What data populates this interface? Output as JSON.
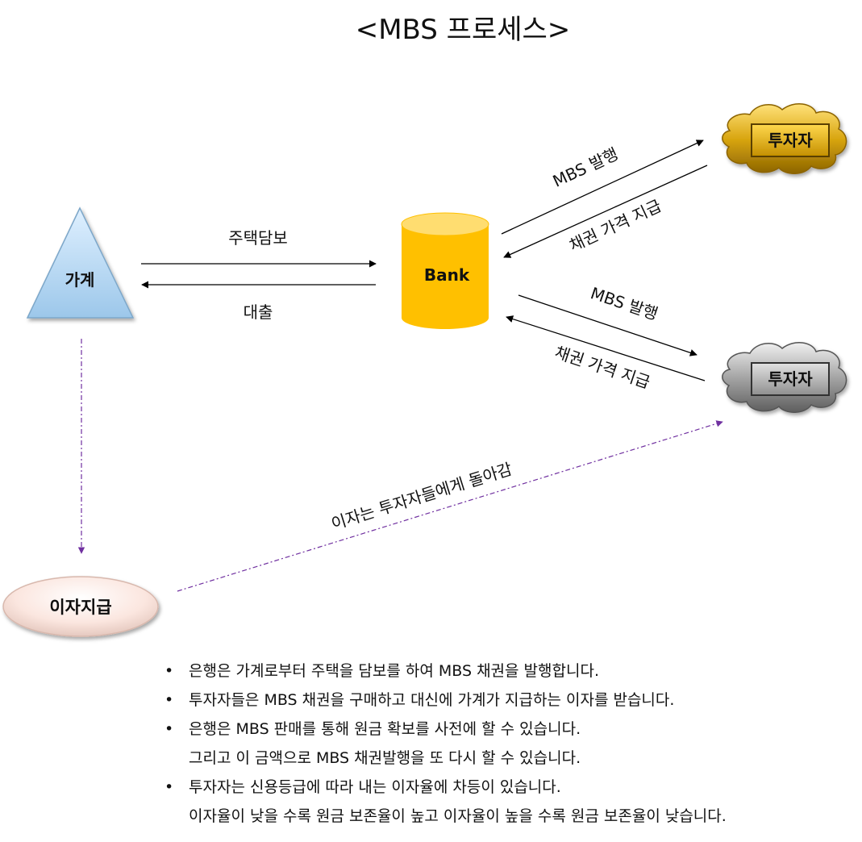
{
  "title": "<MBS 프로세스>",
  "nodes": {
    "household": "가계",
    "bank": "Bank",
    "investor_gold": "투자자",
    "investor_silver": "투자자",
    "interest_payment": "이자지급"
  },
  "edge_labels": {
    "mortgage": "주택담보",
    "loan": "대출",
    "mbs_issue_1": "MBS 발행",
    "bond_payment_1": "채권 가격 지급",
    "mbs_issue_2": "MBS 발행",
    "bond_payment_2": "채권 가격 지급",
    "interest_to_investors": "이자는 투자자들에게 돌아감"
  },
  "bullets": [
    {
      "lines": [
        "은행은 가계로부터 주택을 담보를 하여 MBS 채권을 발행합니다."
      ]
    },
    {
      "lines": [
        "투자자들은 MBS 채권을 구매하고 대신에 가계가 지급하는 이자를 받습니다."
      ]
    },
    {
      "lines": [
        "은행은 MBS 판매를 통해 원금 확보를 사전에 할 수 있습니다.",
        "그리고 이 금액으로 MBS 채권발행을 또 다시 할 수 있습니다."
      ]
    },
    {
      "lines": [
        "투자자는 신용등급에 따라 내는 이자율에 차등이 있습니다.",
        "이자율이 낮을 수록 원금 보존율이 높고 이자율이 높을 수록 원금 보존율이 낮습니다."
      ]
    }
  ],
  "colors": {
    "triangle": "#bcdcf5",
    "bank": "#ffc000",
    "bank_top": "#ffe07a",
    "gold": "#d4a514",
    "silver": "#a8a8a8",
    "dotted_arrow": "#7030a0",
    "arrow": "#000000"
  }
}
